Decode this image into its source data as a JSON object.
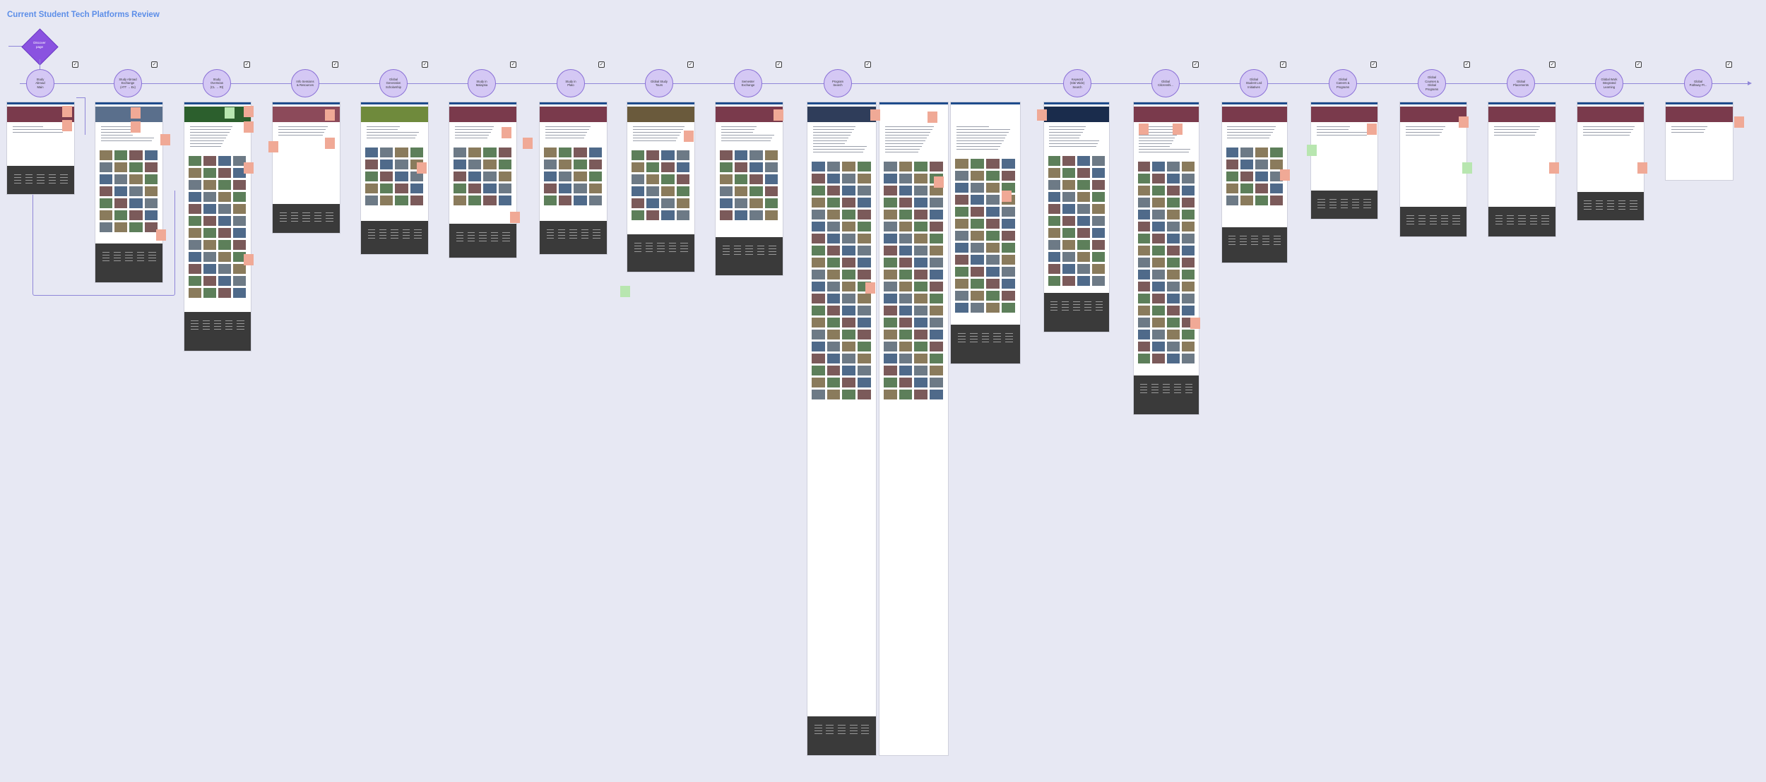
{
  "board": {
    "title": "Current Student Tech Platforms Review"
  },
  "decision": {
    "label": "Discover\npage"
  },
  "flow_steps": [
    {
      "label": "Study\nAbroad\nMain"
    },
    {
      "label": "Study Abroad\nExchange\n(ATT → Ex)"
    },
    {
      "label": "Study\nOverseas\n(CL → Rt)"
    },
    {
      "label": "Info Sessions\n& Resources"
    },
    {
      "label": "Global\nGeneration\nScholarship"
    },
    {
      "label": "Study in\nMalaysia"
    },
    {
      "label": "Study in\nPlato"
    },
    {
      "label": "Global Study\nTours"
    },
    {
      "label": "Semester\nExchange"
    },
    {
      "label": "Program\nSearch"
    },
    {
      "label": "Keyword\n(Site Wide)\nSearch"
    },
    {
      "label": "Global\nCitizenshi..."
    },
    {
      "label": "Global\nStudent Led\nInitiatives"
    },
    {
      "label": "Global\nCareers &\nPrograms"
    },
    {
      "label": "Global\nCourses &\nGlobal\nPrograms"
    },
    {
      "label": "Global\nPlacements"
    },
    {
      "label": "Global Work\nIntegrated\nLearning"
    },
    {
      "label": "Global\nPathway Pr..."
    }
  ],
  "colors": {
    "canvas": "#e7e8f3",
    "title": "#5c8ee8",
    "node_fill": "#d4c8f4",
    "decision_fill": "#8a52e0",
    "connector": "#8f86d8",
    "note_red": "#f0a996",
    "note_green": "#b8e6b0",
    "footer": "#3a3a3a"
  }
}
